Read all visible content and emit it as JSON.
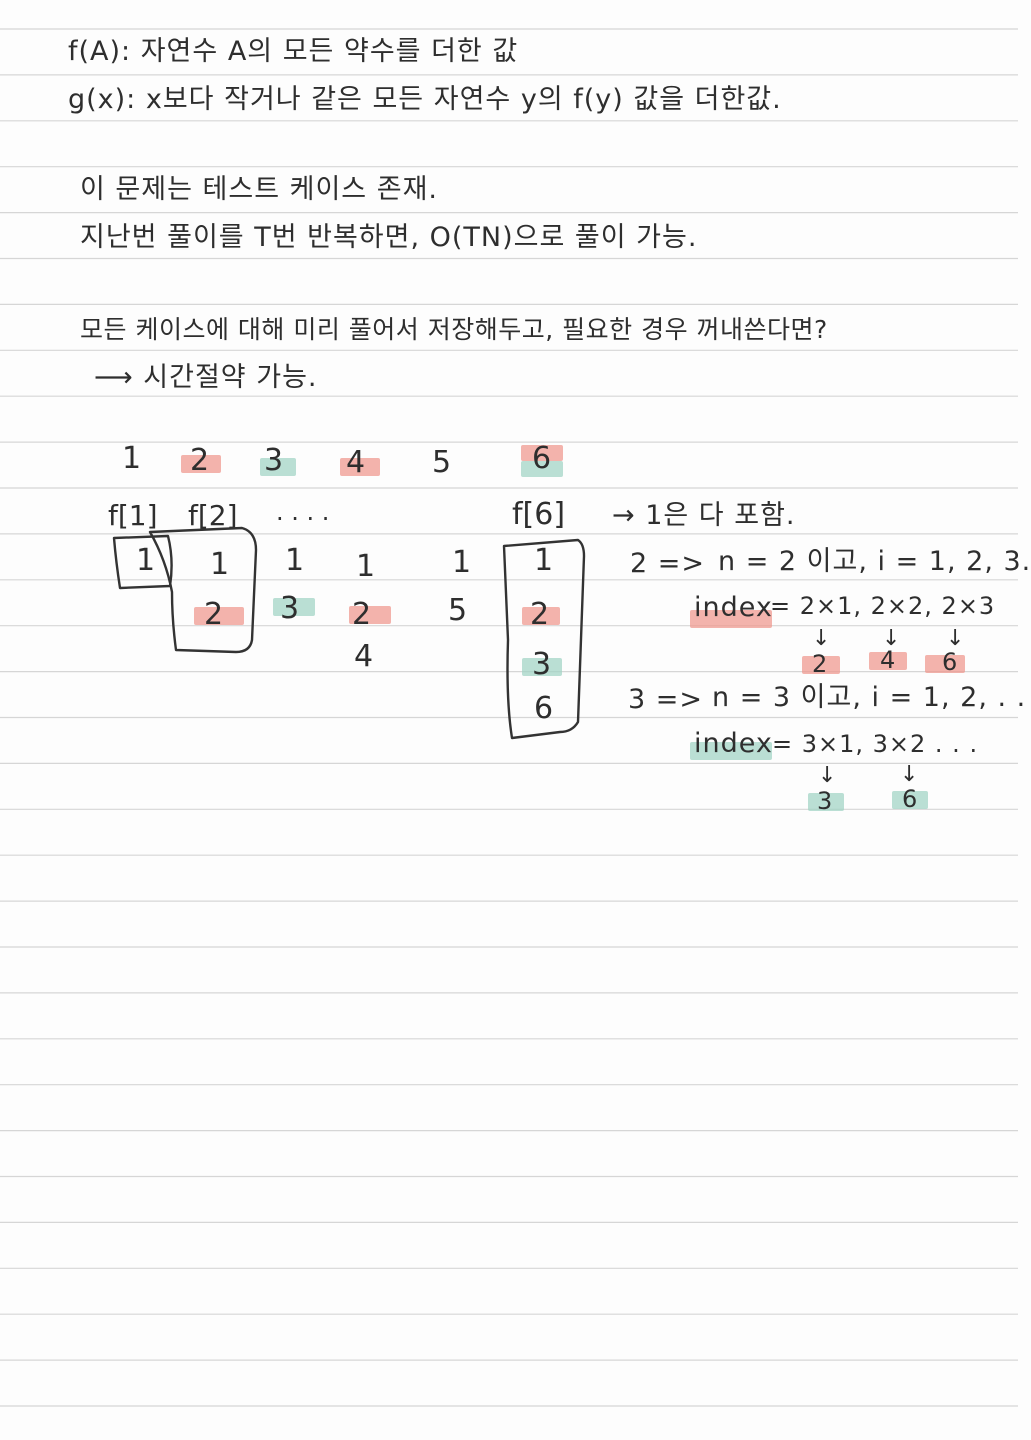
{
  "notes": {
    "line1": "f(A): 자연수 A의 모든 약수를 더한 값",
    "line2": "g(x): x보다 작거나 같은 모든 자연수 y의 f(y) 값을 더한값.",
    "line3": "이 문제는 테스트 케이스 존재.",
    "line4": "지난번 풀이를 T번 반복하면, O(TN)으로 풀이 가능.",
    "line5": "모든 케이스에 대해 미리 풀어서 저장해두고, 필요한 경우 꺼내쓴다면?",
    "line6": "⟶ 시간절약 가능."
  },
  "diagram": {
    "top_numbers": [
      "1",
      "2",
      "3",
      "4",
      "5",
      "6"
    ],
    "f_labels": {
      "f1": "f[1]",
      "f2": "f[2]",
      "dots": ". . .   .",
      "f6": "f[6]"
    },
    "column_values": {
      "c1": [
        "1"
      ],
      "c2": [
        "1",
        "2"
      ],
      "c3": [
        "1",
        "3"
      ],
      "c4": [
        "1",
        "2",
        "4"
      ],
      "c5": [
        "1",
        "5"
      ],
      "c6": [
        "1",
        "2",
        "3",
        "6"
      ]
    },
    "side_note": "→ 1은 다 포함."
  },
  "explanation": {
    "case2_head": "2 =>",
    "case2_text": "n = 2 이고, i = 1, 2, 3.",
    "index_label": "index",
    "case2_index": "= 2×1,  2×2,  2×3",
    "case2_results": [
      "2",
      "4",
      "6"
    ],
    "case3_head": "3 =>",
    "case3_text": "n = 3 이고, i = 1, 2, . .",
    "case3_index": "= 3×1,  3×2 . . .",
    "case3_results": [
      "3",
      "6"
    ],
    "arrow": "↓"
  },
  "colors": {
    "highlight_red": "#ee968c",
    "highlight_green": "#a0d2c3",
    "ruled_line": "#d6d6d6",
    "ink": "#2e2e2e"
  }
}
